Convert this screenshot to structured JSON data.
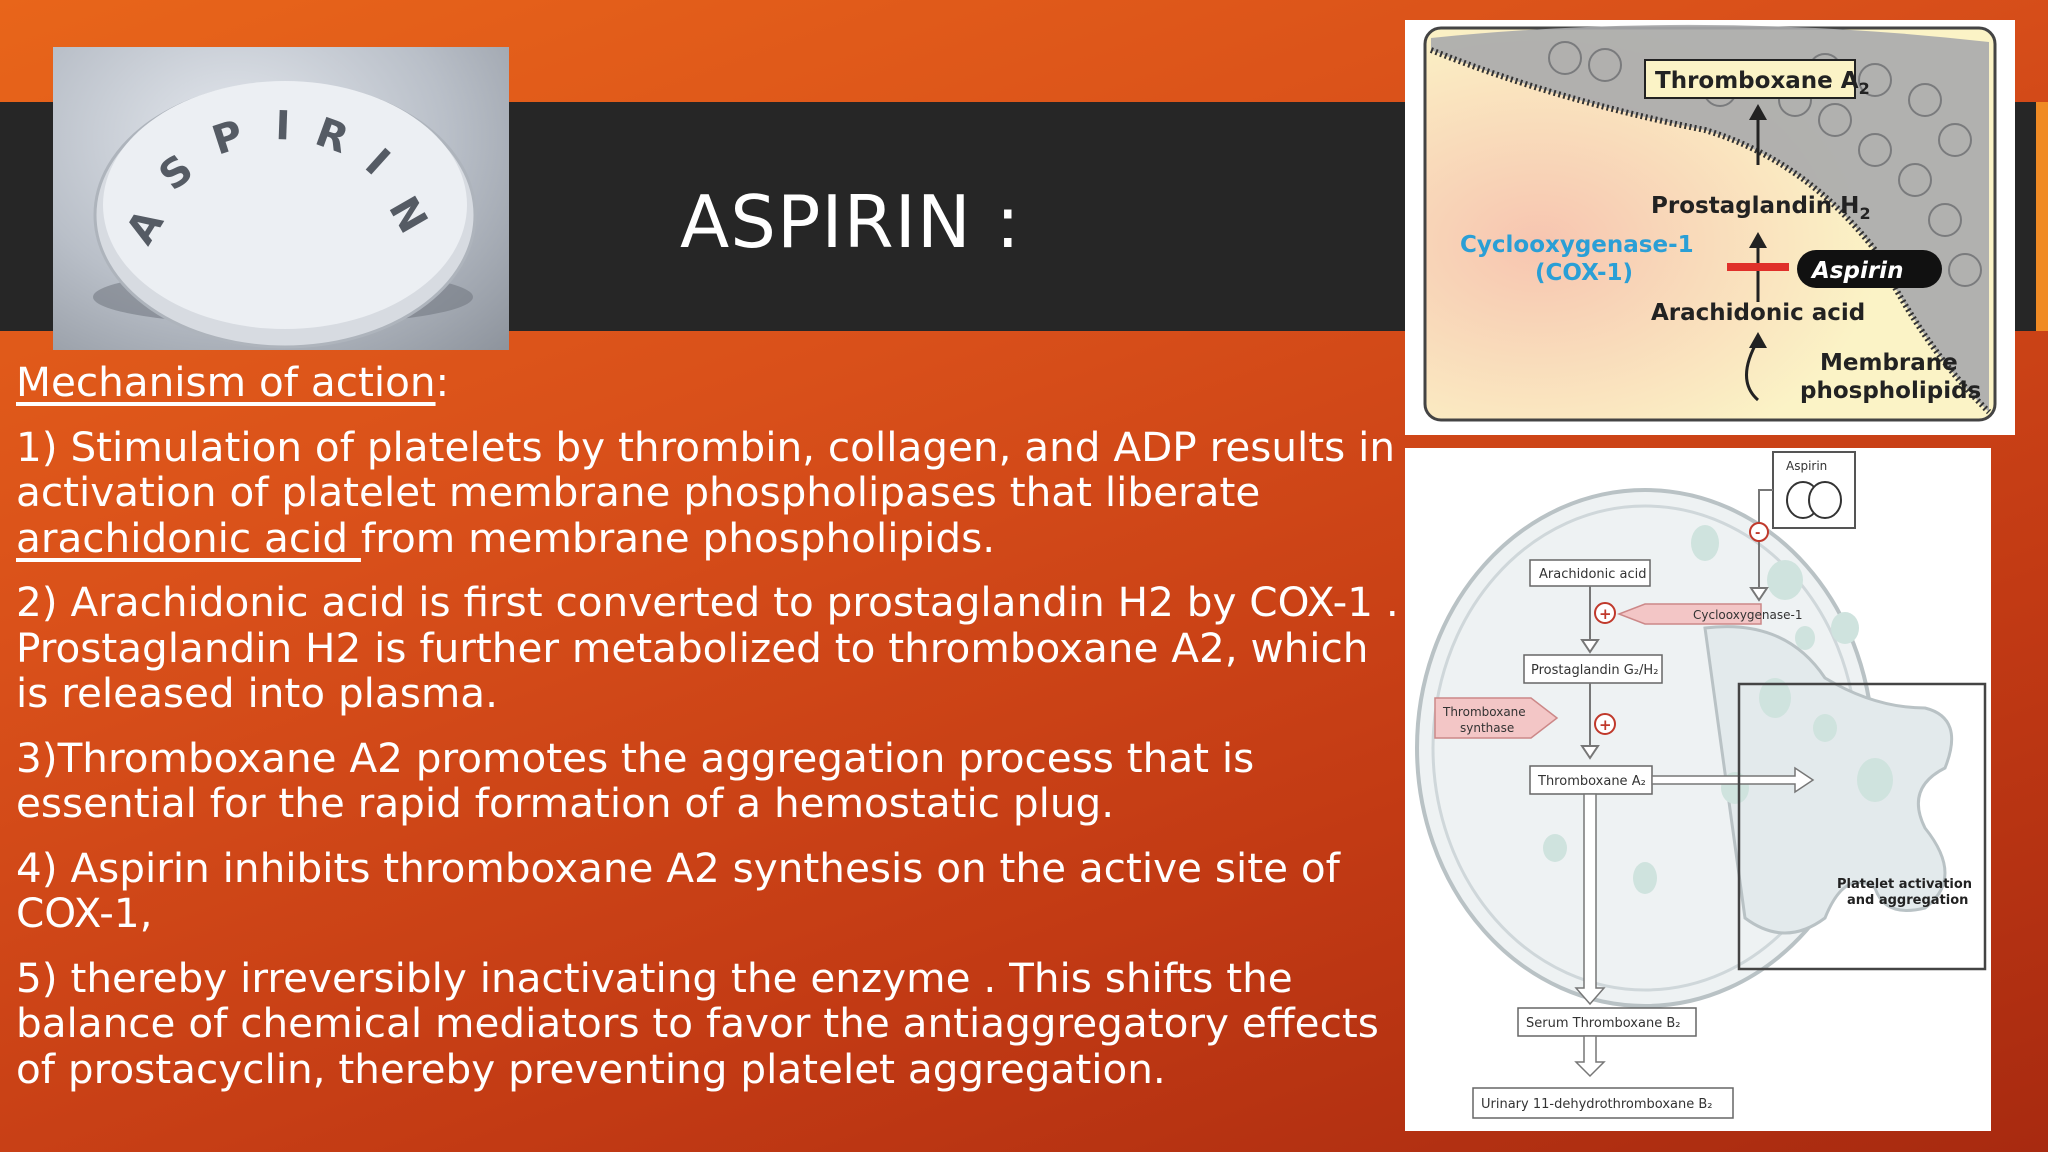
{
  "slide": {
    "title": "ASPIRIN :",
    "pill_image": {
      "imprint": "ASPIRIN"
    }
  },
  "content": {
    "heading": " Mechanism of action",
    "heading_colon": ":",
    "points": [
      {
        "pre": "1) Stimulation of platelets by thrombin, collagen, and ADP results in activation of platelet membrane phospholipases that liberate ",
        "link": "arachidonic acid ",
        "post": "from membrane phospholipids."
      },
      {
        "text": "2) Arachidonic acid is first converted to prostaglandin H2 by COX-1 . Prostaglandin H2 is further metabolized to thromboxane A2, which is released into plasma."
      },
      {
        "text": "3)Thromboxane A2 promotes the aggregation process that is essential for the rapid formation of a hemostatic plug."
      },
      {
        "text": "4) Aspirin  inhibits thromboxane A2 synthesis on the active site of COX-1,"
      },
      {
        "text": "5) thereby irreversibly inactivating the enzyme . This shifts the balance of chemical mediators to favor the antiaggregatory effects of prostacyclin, thereby preventing platelet aggregation."
      }
    ]
  },
  "figure1": {
    "thromboxane": "Thromboxane A",
    "thromboxane_sub": "2",
    "prostaglandin": "Prostaglandin H",
    "prostaglandin_sub": "2",
    "enzyme_line1": "Cyclooxygenase-1",
    "enzyme_line2": "(COX-1)",
    "drug": "Aspirin",
    "arachidonic": "Arachidonic acid",
    "membrane_line1": "Membrane",
    "membrane_line2": "phospholipids",
    "colors": {
      "enzyme": "#2a9fd6",
      "inhibit": "#e0302a",
      "bg": "#fbf3c6"
    }
  },
  "figure2": {
    "aspirin": "Aspirin",
    "minus": "-",
    "plus": "+",
    "arachidonic": "Arachidonic acid",
    "cox": "Cyclooxygenase-1",
    "prostaglandin": "Prostaglandin G₂/H₂",
    "synthase_line1": "Thromboxane",
    "synthase_line2": "synthase",
    "thromboxane": "Thromboxane A₂",
    "activation_line1": "Platelet activation",
    "activation_line2": "and aggregation",
    "serum": "Serum Thromboxane B₂",
    "urinary": "Urinary 11-dehydrothromboxane B₂"
  }
}
